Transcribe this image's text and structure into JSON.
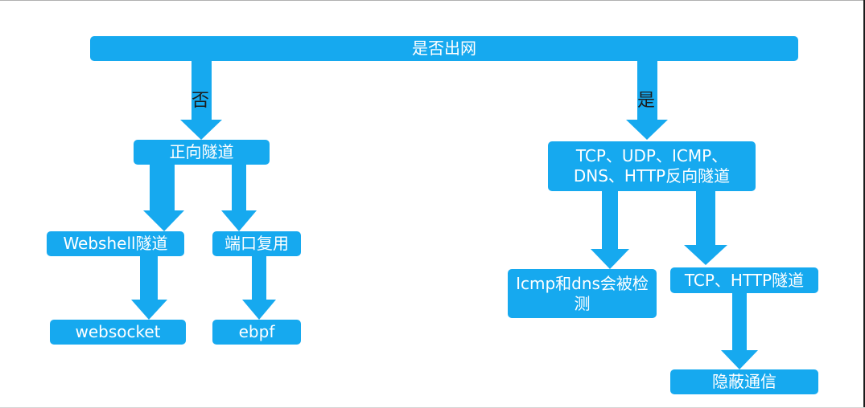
{
  "colors": {
    "node_fill": "#16a9ef",
    "arrow_fill": "#16a9ef",
    "node_text": "#ffffff",
    "edge_label_text": "#1c1c1c"
  },
  "nodes": {
    "root": "是否出网",
    "forward_tunnel": "正向隧道",
    "reverse_tunnel": "TCP、UDP、ICMP、\nDNS、HTTP反向隧道",
    "webshell_tunnel": "Webshell隧道",
    "port_reuse": "端口复用",
    "websocket": "websocket",
    "ebpf": "ebpf",
    "icmp_dns_detected": "Icmp和dns会被检测",
    "tcp_http_tunnel": "TCP、HTTP隧道",
    "covert_comm": "隐蔽通信"
  },
  "edge_labels": {
    "no": "否",
    "yes": "是"
  }
}
